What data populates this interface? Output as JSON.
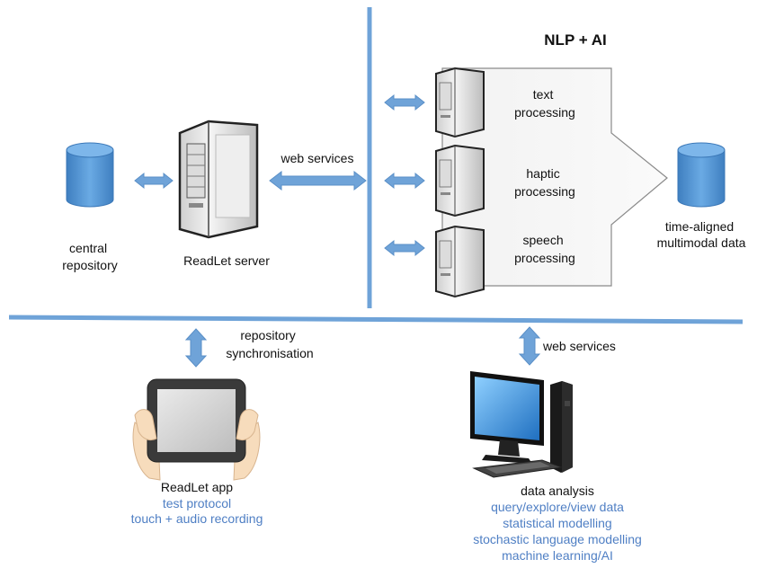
{
  "title": "NLP + AI",
  "nodes": {
    "central_repository": "central\nrepository",
    "readlet_server": "ReadLet server",
    "web_services_top": "web services",
    "text_processing": "text\nprocessing",
    "haptic_processing": "haptic\nprocessing",
    "speech_processing": "speech\nprocessing",
    "time_aligned": "time-aligned\nmultimodal data",
    "repo_sync": "repository\nsynchronisation",
    "web_services_bottom": "web services",
    "readlet_app": {
      "title": "ReadLet app",
      "items": [
        "test protocol",
        "touch + audio recording"
      ]
    },
    "data_analysis": {
      "title": "data analysis",
      "items": [
        "query/explore/view data",
        "statistical modelling",
        "stochastic language modelling",
        "machine learning/AI"
      ]
    }
  },
  "colors": {
    "accent_blue": "#4f7fc4",
    "divider_blue": "#6fa3d8",
    "arrow_fill": "#6fa3d8",
    "cylinder_fill": "#5b9bd5",
    "server_fill": "#e3e3e3"
  },
  "icons": [
    "database-icon",
    "server-icon",
    "tablet-icon",
    "desktop-computer-icon"
  ]
}
